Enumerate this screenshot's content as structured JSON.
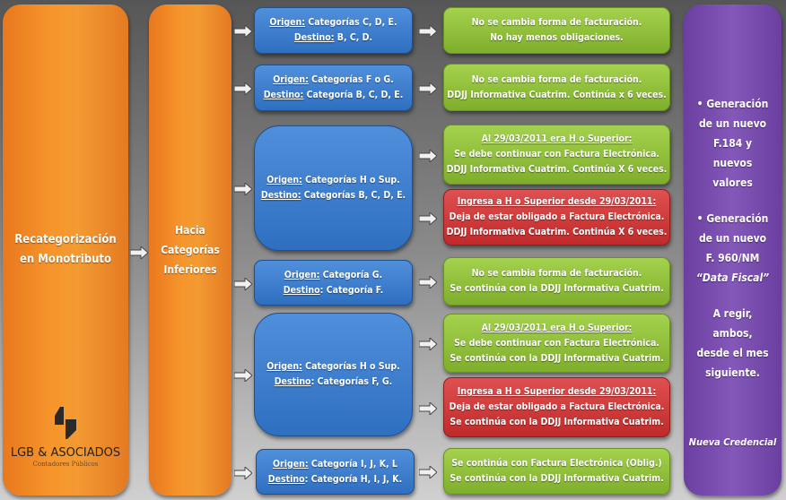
{
  "left": {
    "title_1": "Recategorización",
    "title_2": "en Monotributo",
    "logo_name": "LGB & ASOCIADOS",
    "logo_sub": "Contadores Públicos"
  },
  "middle": {
    "line_1": "Hacia",
    "line_2": "Categorías",
    "line_3": "Inferiores"
  },
  "origins": [
    {
      "o_label": "Origen:",
      "o": " Categorías C, D, E.",
      "d_label": "Destino:",
      "d": " B, C, D."
    },
    {
      "o_label": "Origen:",
      "o": " Categorías F o G.",
      "d_label": "Destino:",
      "d": " Categoría B, C, D, E."
    },
    {
      "o_label": "Origen:",
      "o": " Categorías H o Sup.",
      "d_label": "Destino:",
      "d": " Categorías B, C, D, E."
    },
    {
      "o_label": "Origen:",
      "o": " Categoría G.",
      "d_label": "Destino",
      "d": ": Categoría F."
    },
    {
      "o_label": "Origen:",
      "o": " Categorías H o Sup.",
      "d_label": "Destino",
      "d": ": Categorías F, G."
    },
    {
      "o_label": "Origen:",
      "o": " Categoría I, J, K, L",
      "d_label": "Destino",
      "d": ": Categoría H, I, J, K."
    }
  ],
  "results": [
    {
      "head": "",
      "l1": "No se cambia forma de facturación.",
      "l2": "No hay menos obligaciones."
    },
    {
      "head": "",
      "l1": "No se cambia forma de facturación.",
      "l2": "DDJJ Informativa Cuatrim. Continúa x 6 veces."
    },
    {
      "head": "Al 29/03/2011 era H o Superior:",
      "l1": "Se debe continuar con Factura Electrónica.",
      "l2": "DDJJ Informativa Cuatrim. Continúa X 6 veces."
    },
    {
      "head": "Ingresa a H o Superior desde 29/03/2011:",
      "l1": "Deja de estar obligado a Factura Electrónica.",
      "l2": "DDJJ Informativa Cuatrim. Continúa X 6 veces."
    },
    {
      "head": "",
      "l1": "No se cambia forma de facturación.",
      "l2": "Se continúa con la DDJJ Informativa Cuatrim."
    },
    {
      "head": "Al 29/03/2011 era H o Superior:",
      "l1": "Se debe continuar con Factura Electrónica.",
      "l2": "Se continúa con la DDJJ Informativa Cuatrim."
    },
    {
      "head": "Ingresa a H o Superior desde 29/03/2011:",
      "l1": "Deja de estar obligado a Factura Electrónica.",
      "l2": "Se continúa con la DDJJ Informativa Cuatrim."
    },
    {
      "head": "",
      "l1": "Se continúa con Factura Electrónica (Oblig.)",
      "l2": "Se continúa con la DDJJ Informativa Cuatrim."
    }
  ],
  "right": {
    "b1": [
      "• Generación",
      "de un nuevo",
      "F.184 y",
      "nuevos",
      "valores"
    ],
    "b2": [
      "• Generación",
      "de un nuevo",
      "F. 960/NM",
      "“Data Fiscal”"
    ],
    "b3": [
      "A regir,",
      "ambos,",
      "desde el mes",
      "siguiente."
    ],
    "footer": "Nueva Credencial"
  }
}
